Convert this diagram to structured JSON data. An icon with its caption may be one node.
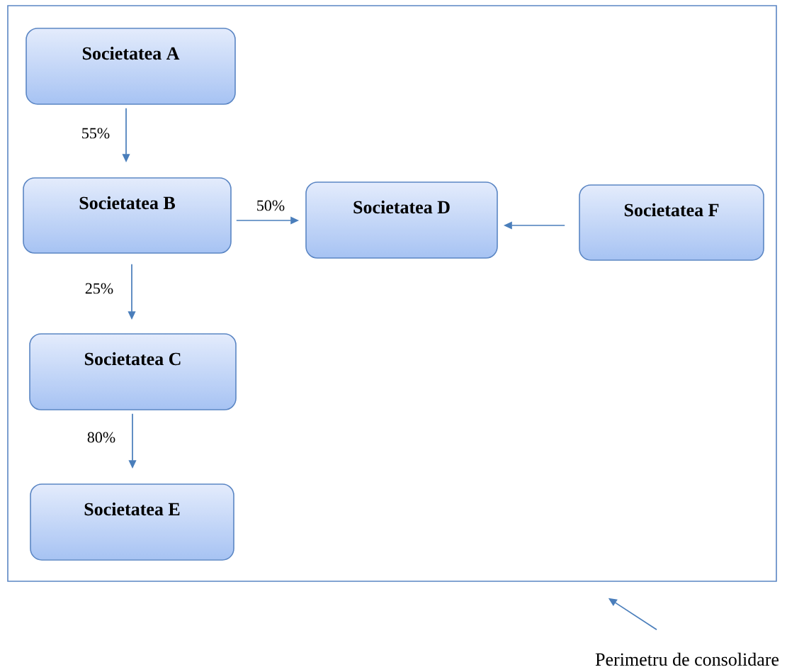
{
  "diagram": {
    "nodes": [
      {
        "text": [],
        "shape": "box"
      },
      {
        "text": [
          "Societatea A"
        ],
        "in": 0
      },
      {
        "text": [
          "Societatea B"
        ],
        "in": 0
      },
      {
        "text": [
          "Societatea D"
        ],
        "in": 0
      },
      {
        "text": [
          "Societatea F"
        ],
        "in": 0
      },
      {
        "text": [
          "Societatea C"
        ],
        "in": 0
      },
      {
        "text": [
          "Societatea E"
        ],
        "in": 0
      },
      {
        "text": [
          "Perimetru de consolidare"
        ]
      }
    ],
    "edges": [
      {
        "from": 1,
        "to": 2,
        "arrow": "to",
        "label": "55%"
      },
      {
        "from": 2,
        "to": 3,
        "arrow": "to",
        "label": "50%"
      },
      {
        "from": 4,
        "to": 3,
        "arrow": "to"
      },
      {
        "from": 2,
        "to": 5,
        "arrow": "to",
        "label": "25%"
      },
      {
        "from": 5,
        "to": 6,
        "arrow": "to",
        "label": "80%"
      },
      {
        "from": 7,
        "to": 0,
        "arrow": "to"
      }
    ]
  }
}
